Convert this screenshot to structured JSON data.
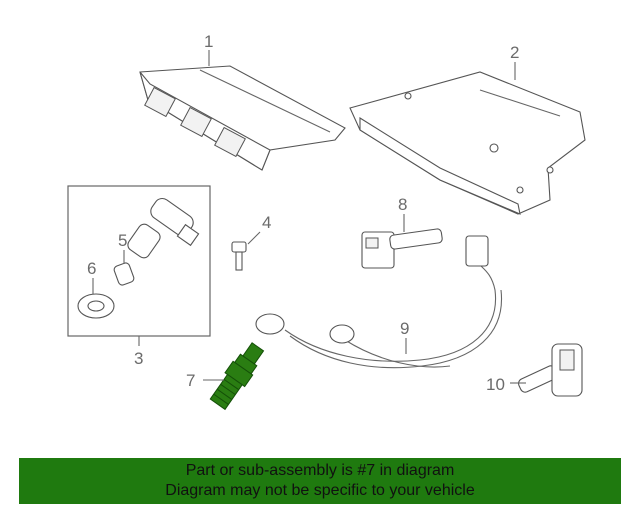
{
  "diagram": {
    "callouts": [
      "1",
      "2",
      "3",
      "4",
      "5",
      "6",
      "7",
      "8",
      "9",
      "10"
    ],
    "highlighted_part": "7",
    "highlight_color": "#2a7d12"
  },
  "banner": {
    "line1": "Part or sub-assembly is #7 in diagram",
    "line2": "Diagram may not be specific to your vehicle",
    "background": "#1f7a0f"
  }
}
